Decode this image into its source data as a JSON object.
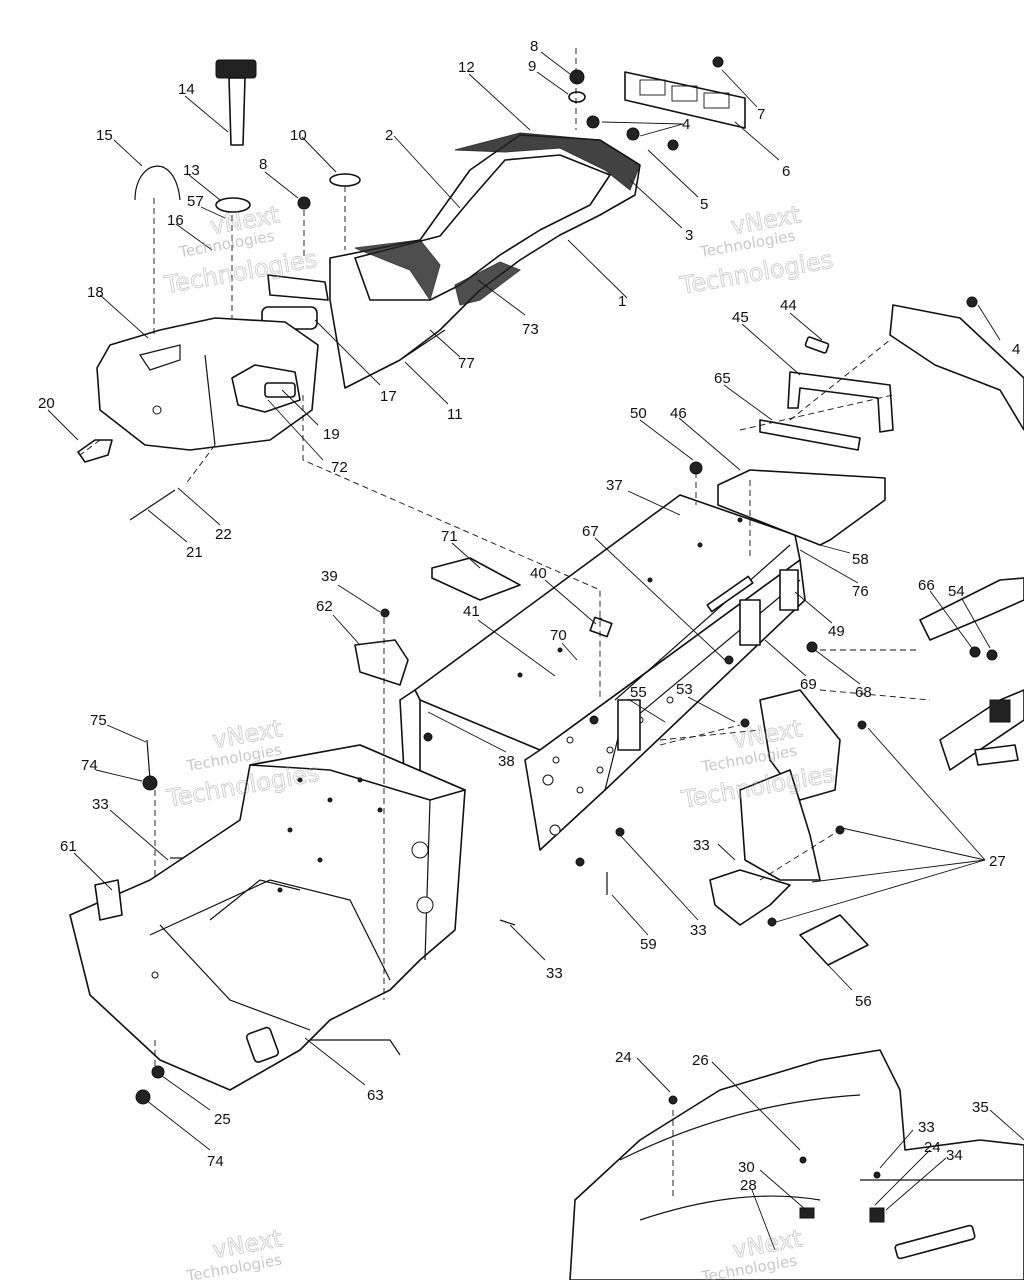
{
  "callouts": [
    {
      "text": "1"
    },
    {
      "text": "2"
    },
    {
      "text": "3"
    },
    {
      "text": "4"
    },
    {
      "text": "5"
    },
    {
      "text": "6"
    },
    {
      "text": "7"
    },
    {
      "text": "8"
    },
    {
      "text": "9"
    },
    {
      "text": "8"
    },
    {
      "text": "10"
    },
    {
      "text": "11"
    },
    {
      "text": "12"
    },
    {
      "text": "13"
    },
    {
      "text": "14"
    },
    {
      "text": "15"
    },
    {
      "text": "16"
    },
    {
      "text": "57"
    },
    {
      "text": "17"
    },
    {
      "text": "18"
    },
    {
      "text": "19"
    },
    {
      "text": "20"
    },
    {
      "text": "21"
    },
    {
      "text": "22"
    },
    {
      "text": "72"
    },
    {
      "text": "73"
    },
    {
      "text": "77"
    },
    {
      "text": "44"
    },
    {
      "text": "45"
    },
    {
      "text": "65"
    },
    {
      "text": "46"
    },
    {
      "text": "50"
    },
    {
      "text": "37"
    },
    {
      "text": "58"
    },
    {
      "text": "76"
    },
    {
      "text": "67"
    },
    {
      "text": "49"
    },
    {
      "text": "71"
    },
    {
      "text": "39"
    },
    {
      "text": "40"
    },
    {
      "text": "62"
    },
    {
      "text": "41"
    },
    {
      "text": "70"
    },
    {
      "text": "69"
    },
    {
      "text": "68"
    },
    {
      "text": "66"
    },
    {
      "text": "54"
    },
    {
      "text": "55"
    },
    {
      "text": "53"
    },
    {
      "text": "38"
    },
    {
      "text": "75"
    },
    {
      "text": "74"
    },
    {
      "text": "33"
    },
    {
      "text": "61"
    },
    {
      "text": "33"
    },
    {
      "text": "33"
    },
    {
      "text": "59"
    },
    {
      "text": "33"
    },
    {
      "text": "27"
    },
    {
      "text": "56"
    },
    {
      "text": "63"
    },
    {
      "text": "25"
    },
    {
      "text": "74"
    },
    {
      "text": "24"
    },
    {
      "text": "26"
    },
    {
      "text": "33"
    },
    {
      "text": "24"
    },
    {
      "text": "30"
    },
    {
      "text": "34"
    },
    {
      "text": "28"
    },
    {
      "text": "35"
    },
    {
      "text": "4"
    }
  ],
  "watermarks": [
    {
      "line1": "vNext",
      "line2": "Technologies"
    },
    {
      "line1": "vNext",
      "line2": "Technologies"
    },
    {
      "line1": "vNext",
      "line2": "Technologies"
    },
    {
      "line1": "vNext",
      "line2": "Technologies"
    },
    {
      "line1": "vNext",
      "line2": "Technologies"
    },
    {
      "line1": "vNext",
      "line2": "Technologies"
    }
  ]
}
